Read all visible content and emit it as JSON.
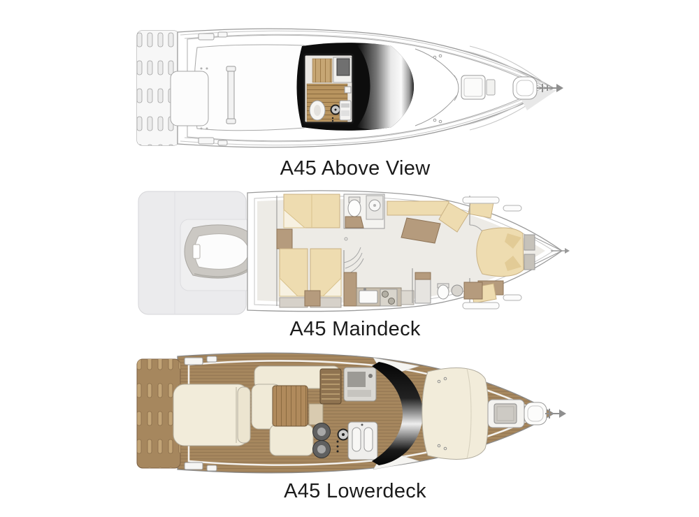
{
  "page": {
    "background": "#ffffff",
    "type": "yacht deck plan diagram",
    "model": "A45"
  },
  "figures": [
    {
      "name": "above-view",
      "caption": "A45 Above View"
    },
    {
      "name": "maindeck",
      "caption": "A45 Maindeck"
    },
    {
      "name": "lowerdeck",
      "caption": "A45 Lowerdeck"
    }
  ],
  "palette": {
    "line_gray": "#9a9a9a",
    "hardtop_black": "#0d0d0d",
    "sunroof_silver": "#e8e8e8",
    "teak_brown": "#a6875e",
    "teak_stripe": "#8f7350",
    "wood_floor": "#c6a674",
    "upholstery_tan": "#eedcb0",
    "furniture_brown": "#b59b7d",
    "sunpad_cream": "#f2ecda",
    "platform_gray": "#ebebed",
    "tender_gray": "#cbc8c3",
    "caption_text": "#1b1b1b"
  },
  "icons": [
    {
      "name": "anchor-icon",
      "meaning": "bow anchor / windlass arrow at boat tip"
    }
  ]
}
